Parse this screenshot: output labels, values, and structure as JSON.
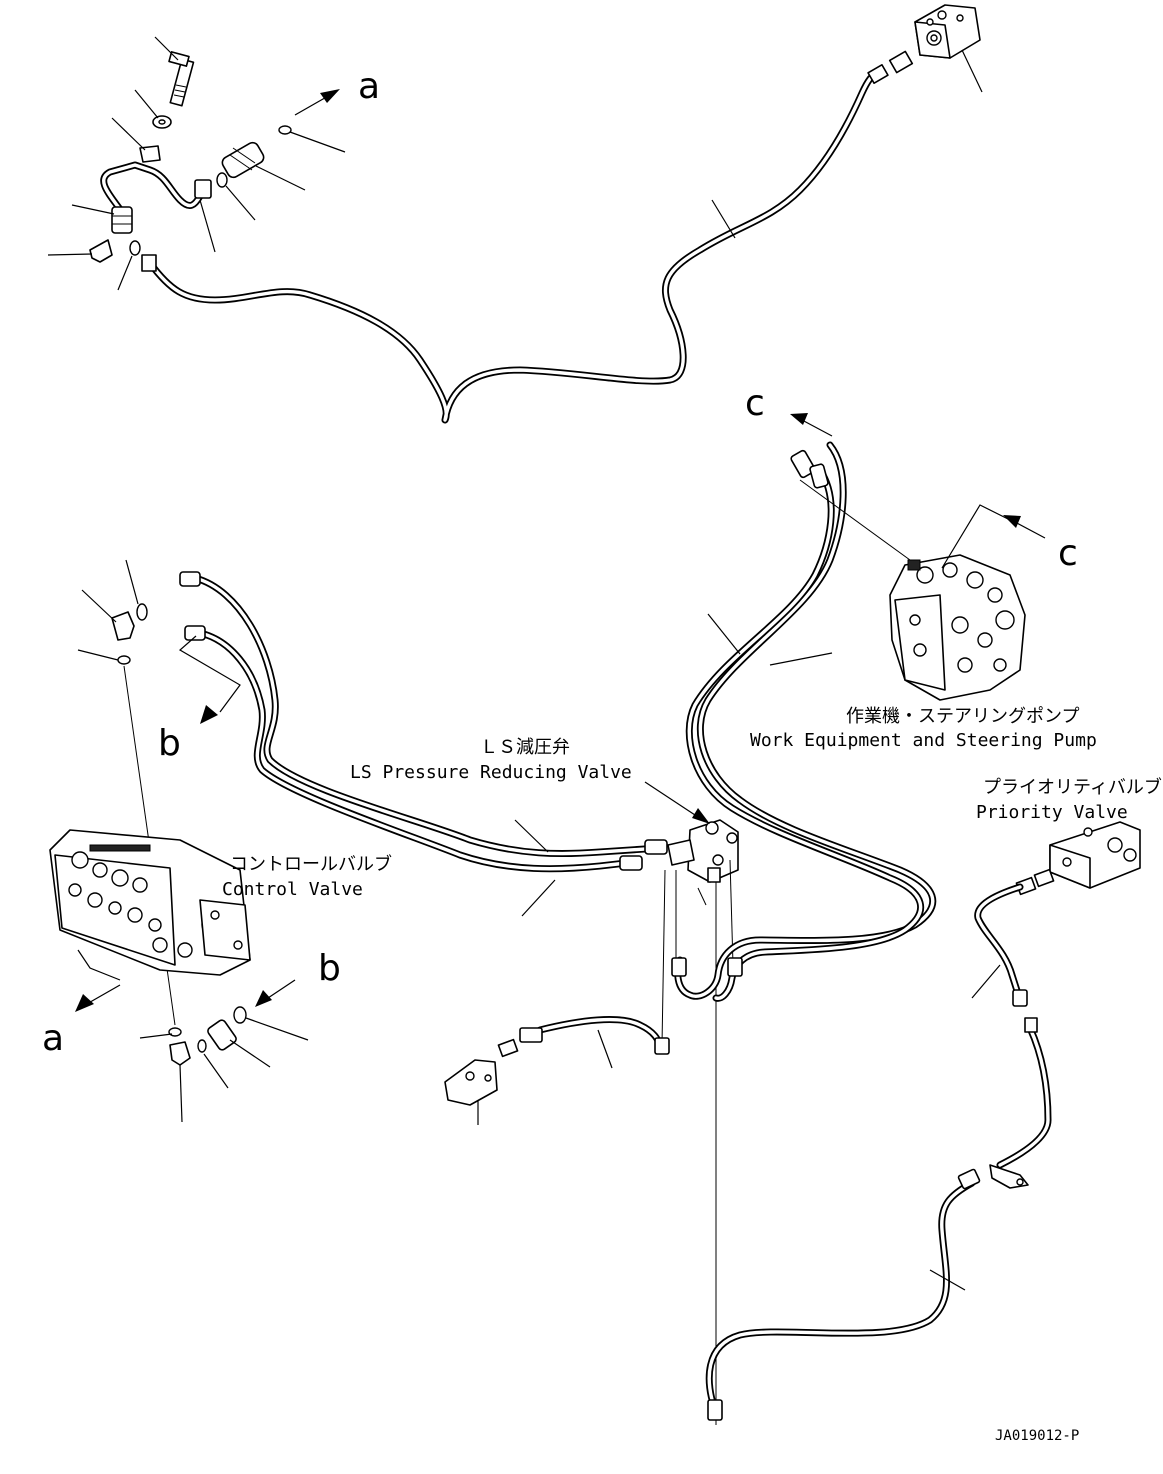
{
  "labels": {
    "ls_valve_jp": "ＬＳ減圧弁",
    "ls_valve_en": "LS Pressure Reducing Valve",
    "pump_jp": "作業機・ステアリングポンプ",
    "pump_en": "Work Equipment and Steering Pump",
    "priority_jp": "プライオリティバルブ",
    "priority_en": "Priority Valve",
    "control_jp": "コントロールバルブ",
    "control_en": "Control Valve"
  },
  "refs": {
    "a_top": "a",
    "a_bottom": "a",
    "b_left": "b",
    "b_right": "b",
    "c_top": "c",
    "c_right": "c"
  },
  "drawing_code": "JA019012-P"
}
